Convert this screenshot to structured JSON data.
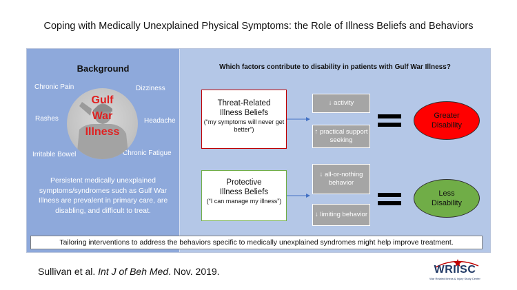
{
  "title": "Coping with Medically Unexplained Physical Symptoms: the Role of Illness Beliefs and Behaviors",
  "background": {
    "heading": "Background",
    "center_lines": [
      "Gulf",
      "War",
      "Illness"
    ],
    "symptoms": {
      "chronic_pain": "Chronic Pain",
      "dizziness": "Dizziness",
      "rashes": "Rashes",
      "headache": "Headache",
      "irritable_bowel": "Irritable Bowel",
      "chronic_fatigue": "Chronic Fatigue"
    },
    "description": "Persistent medically unexplained symptoms/syndromes such as Gulf War Illness are prevalent in primary care, are disabling, and difficult to treat."
  },
  "question": "Which factors contribute to disability in patients with Gulf War Illness?",
  "threat": {
    "name_line1": "Threat-Related",
    "name_line2": "Illness Beliefs",
    "quote": "(“my symptoms will never get better”)",
    "behaviors": [
      "↓ activity",
      "↑ practical support seeking"
    ],
    "outcome_line1": "Greater",
    "outcome_line2": "Disability"
  },
  "protective": {
    "name_line1": "Protective",
    "name_line2": "Illness Beliefs",
    "quote": "(“I can manage my illness”)",
    "behaviors": [
      "↓ all-or-nothing behavior",
      "↓ limiting behavior"
    ],
    "outcome_line1": "Less",
    "outcome_line2": "Disability"
  },
  "conclusion": "Tailoring interventions to address the behaviors specific to medically unexplained syndromes might help improve treatment.",
  "citation": {
    "authors": "Sullivan et al.",
    "journal": "Int J of Beh Med",
    "date": ". Nov. 2019."
  },
  "logo": {
    "text": "WRIISC",
    "subtext": "War Related Illness & Injury Study Center"
  },
  "colors": {
    "left_panel": "#8ea9db",
    "right_panel": "#b4c7e7",
    "threat_border": "#c00000",
    "protective_border": "#70ad47",
    "greater_disability": "#ff0000",
    "less_disability": "#70ad47",
    "behavior_box": "#a5a5a5",
    "arrow": "#4472c4",
    "gulf_text": "#e02020",
    "logo_navy": "#1f3864"
  }
}
